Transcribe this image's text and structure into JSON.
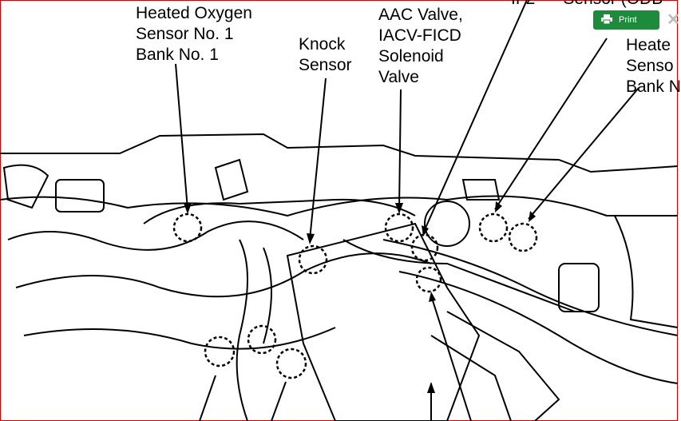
{
  "labels": {
    "heated_o2_bank1": "Heated Oxygen\nSensor No. 1\nBank No. 1",
    "knock_sensor": "Knock\nSensor",
    "aac_valve": "AAC Valve,\nIACV-FICD\nSolenoid\nValve",
    "top_partial": "IF2      Sensor (ODB",
    "heated_o2_right": "Heate\nSenso\nBank N"
  },
  "toolbar": {
    "print_label": "Print"
  },
  "icons": {
    "print": "printer-icon",
    "close": "close-icon"
  },
  "colors": {
    "print_button": "#1e8a3c",
    "frame": "#cc0000"
  }
}
